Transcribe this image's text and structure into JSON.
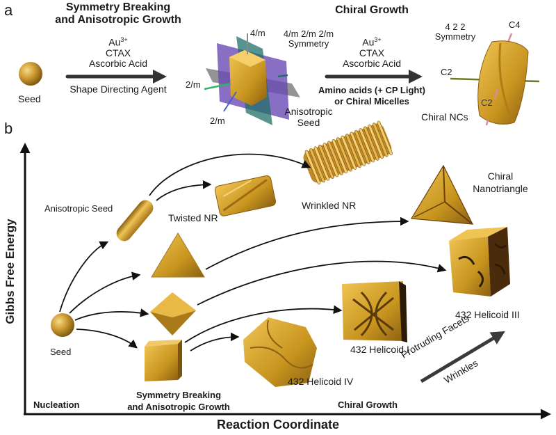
{
  "panel_a": {
    "label": "a",
    "step1": {
      "title_line1": "Symmetry Breaking",
      "title_line2": "and Anisotropic Growth",
      "reagent1_base": "Au",
      "reagent1_sup": "3+",
      "reagent2": "CTAX",
      "reagent3": "Ascorbic Acid",
      "below_arrow": "Shape Directing Agent"
    },
    "seed_label": "Seed",
    "anisotropic_seed": {
      "axis_top": "4/m",
      "axis_left": "2/m",
      "axis_bottom": "2/m",
      "symmetry_line1": "4/m 2/m 2/m",
      "symmetry_line2": "Symmetry",
      "label_line1": "Anisotropic",
      "label_line2": "Seed"
    },
    "step2": {
      "title": "Chiral Growth",
      "reagent1_base": "Au",
      "reagent1_sup": "3+",
      "reagent2": "CTAX",
      "reagent3": "Ascorbic Acid",
      "below_line1": "Amino acids (+ CP Light)",
      "below_line2": "or Chiral Micelles"
    },
    "chiral_nc": {
      "symmetry_line1": "4 2 2",
      "symmetry_line2": "Symmetry",
      "axis_c4": "C4",
      "axis_c2_left": "C2",
      "axis_c2_bottom": "C2",
      "label": "Chiral NCs"
    }
  },
  "panel_b": {
    "label": "b",
    "y_axis_label": "Gibbs Free Energy",
    "x_axis_label": "Reaction Coordinate",
    "stage_nucleation": "Nucleation",
    "stage_symmetry_line1": "Symmetry Breaking",
    "stage_symmetry_line2": "and Anisotropic Growth",
    "stage_chiral": "Chiral Growth",
    "seed_label": "Seed",
    "anisotropic_seed_label": "Anisotropic Seed",
    "twisted_nr_label": "Twisted NR",
    "wrinkled_nr_label": "Wrinkled NR",
    "chiral_nanotriangle_line1": "Chiral",
    "chiral_nanotriangle_line2": "Nanotriangle",
    "helicoid_iv_label": "432 Helicoid IV",
    "helicoid_i_label": "432 Helicoid I",
    "helicoid_iii_label": "432 Helicoid III",
    "trend_upper": "Protruding Facets",
    "trend_lower": "Wrinkles"
  },
  "colors": {
    "gold": "#c9972a",
    "gold_light": "#f2c75a",
    "gold_dark": "#8a5f12",
    "arrow": "#111111",
    "gray_arrow": "#3a3a3a",
    "plane_purple": "#6a4bb5",
    "plane_teal": "#1f6f6a",
    "plane_gray": "#777777"
  }
}
